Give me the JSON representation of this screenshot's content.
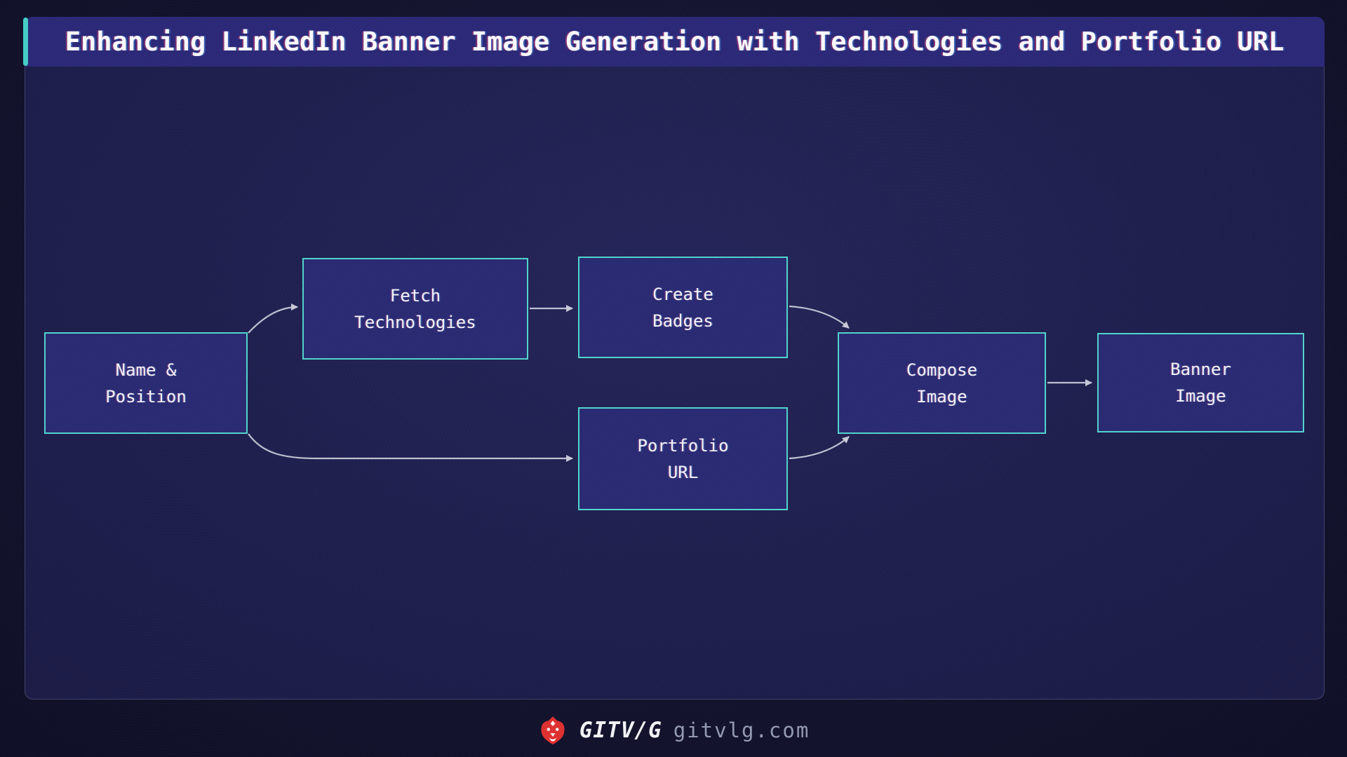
{
  "title": "Enhancing LinkedIn Banner Image Generation with Technologies and Portfolio URL",
  "diagram": {
    "nodes": [
      {
        "id": "name-position",
        "lines": [
          "Name &",
          "Position"
        ]
      },
      {
        "id": "fetch-technologies",
        "lines": [
          "Fetch",
          "Technologies"
        ]
      },
      {
        "id": "create-badges",
        "lines": [
          "Create",
          "Badges"
        ]
      },
      {
        "id": "portfolio-url",
        "lines": [
          "Portfolio",
          "URL"
        ]
      },
      {
        "id": "compose-image",
        "lines": [
          "Compose",
          "Image"
        ]
      },
      {
        "id": "banner-image",
        "lines": [
          "Banner",
          "Image"
        ]
      }
    ],
    "edges": [
      {
        "from": "name-position",
        "to": "fetch-technologies"
      },
      {
        "from": "name-position",
        "to": "portfolio-url"
      },
      {
        "from": "fetch-technologies",
        "to": "create-badges"
      },
      {
        "from": "create-badges",
        "to": "compose-image"
      },
      {
        "from": "portfolio-url",
        "to": "compose-image"
      },
      {
        "from": "compose-image",
        "to": "banner-image"
      }
    ]
  },
  "footer": {
    "logo_icon": "lion-icon",
    "brand": "GITV/G",
    "domain": "gitvlg.com"
  },
  "colors": {
    "accent_teal": "#45cfc6",
    "node_border": "#52d5cd",
    "node_fill": "#2b2b74",
    "title_bar": "#2c2979",
    "panel_bg": "#1f1f4e",
    "page_bg": "#14142f",
    "arrow": "#c9cbda",
    "logo_red": "#e03131",
    "text_primary": "#f3f3f8",
    "text_muted": "#959bb1"
  }
}
